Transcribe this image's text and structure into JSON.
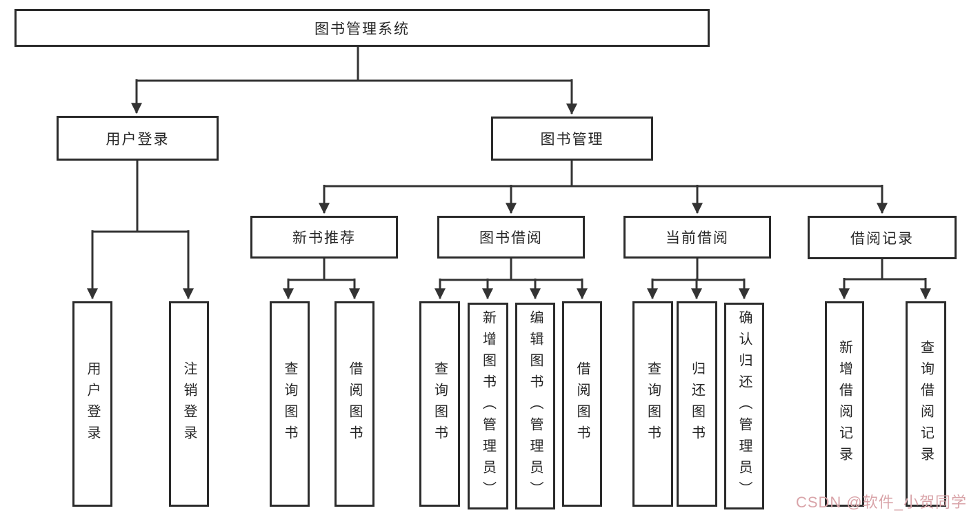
{
  "tree": {
    "root": {
      "label": "图书管理系统"
    },
    "branches": [
      {
        "label": "用户登录",
        "leaves": [
          "用户登录",
          "注销登录"
        ]
      },
      {
        "label": "图书管理",
        "children": [
          {
            "label": "新书推荐",
            "leaves": [
              "查询图书",
              "借阅图书"
            ]
          },
          {
            "label": "图书借阅",
            "leaves": [
              "查询图书",
              "新增图书（管理员）",
              "编辑图书（管理员）",
              "借阅图书"
            ]
          },
          {
            "label": "当前借阅",
            "leaves": [
              "查询图书",
              "归还图书",
              "确认归还（管理员）"
            ]
          },
          {
            "label": "借阅记录",
            "leaves": [
              "新增借阅记录",
              "查询借阅记录"
            ]
          }
        ]
      }
    ]
  },
  "watermark": "CSDN @软件_小贺同学",
  "colors": {
    "line": "#333333",
    "border": "#2b2b2b",
    "text": "#262626",
    "watermark_pink": "#d9a4a9",
    "background": "#ffffff"
  }
}
